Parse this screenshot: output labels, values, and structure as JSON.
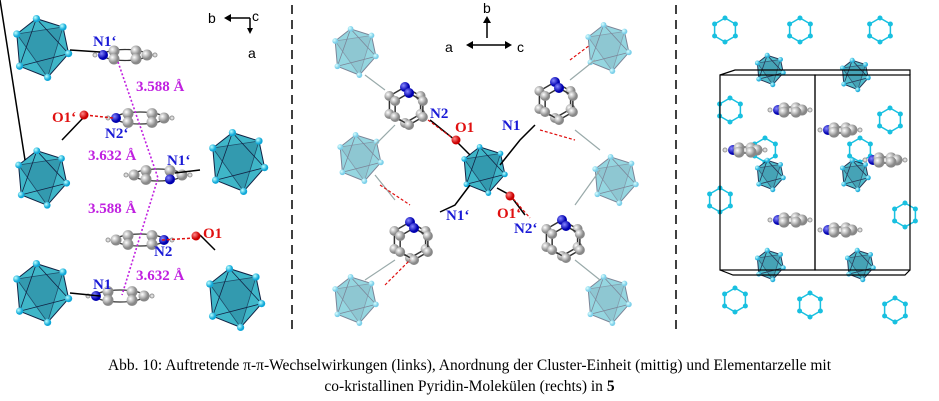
{
  "figure": {
    "left_panel": {
      "axes": {
        "b": "b",
        "c": "c",
        "a": "a"
      },
      "labels": {
        "n1_prime_top": "N1‘",
        "dist_1": "3.588 Å",
        "o1_prime": "O1‘",
        "n2_prime": "N2‘",
        "dist_2": "3.632 Å",
        "n1_prime_mid": "N1‘",
        "dist_3": "3.588 Å",
        "o1": "O1",
        "n2": "N2",
        "dist_4": "3.632 Å",
        "n1": "N1"
      }
    },
    "middle_panel": {
      "axes": {
        "b": "b",
        "a": "a",
        "c": "c"
      },
      "labels": {
        "n2": "N2",
        "o1": "O1",
        "n1": "N1",
        "n1_prime": "N1‘",
        "o1_prime": "O1‘",
        "n2_prime": "N2‘"
      }
    },
    "colors": {
      "cluster": "#3fb6c8",
      "nitrogen": "#1a1ad6",
      "oxygen": "#e01010",
      "distance": "#c020e0",
      "carbon": "#a0a0a0"
    }
  },
  "caption": {
    "line1": "Abb. 10: Auftretende π-π-Wechselwirkungen (links), Anordnung der Cluster-Einheit (mittig) und Elementarzelle mit",
    "line2_prefix": "co-kristallinen Pyridin-Molekülen (rechts) in ",
    "line2_bold": "5"
  }
}
